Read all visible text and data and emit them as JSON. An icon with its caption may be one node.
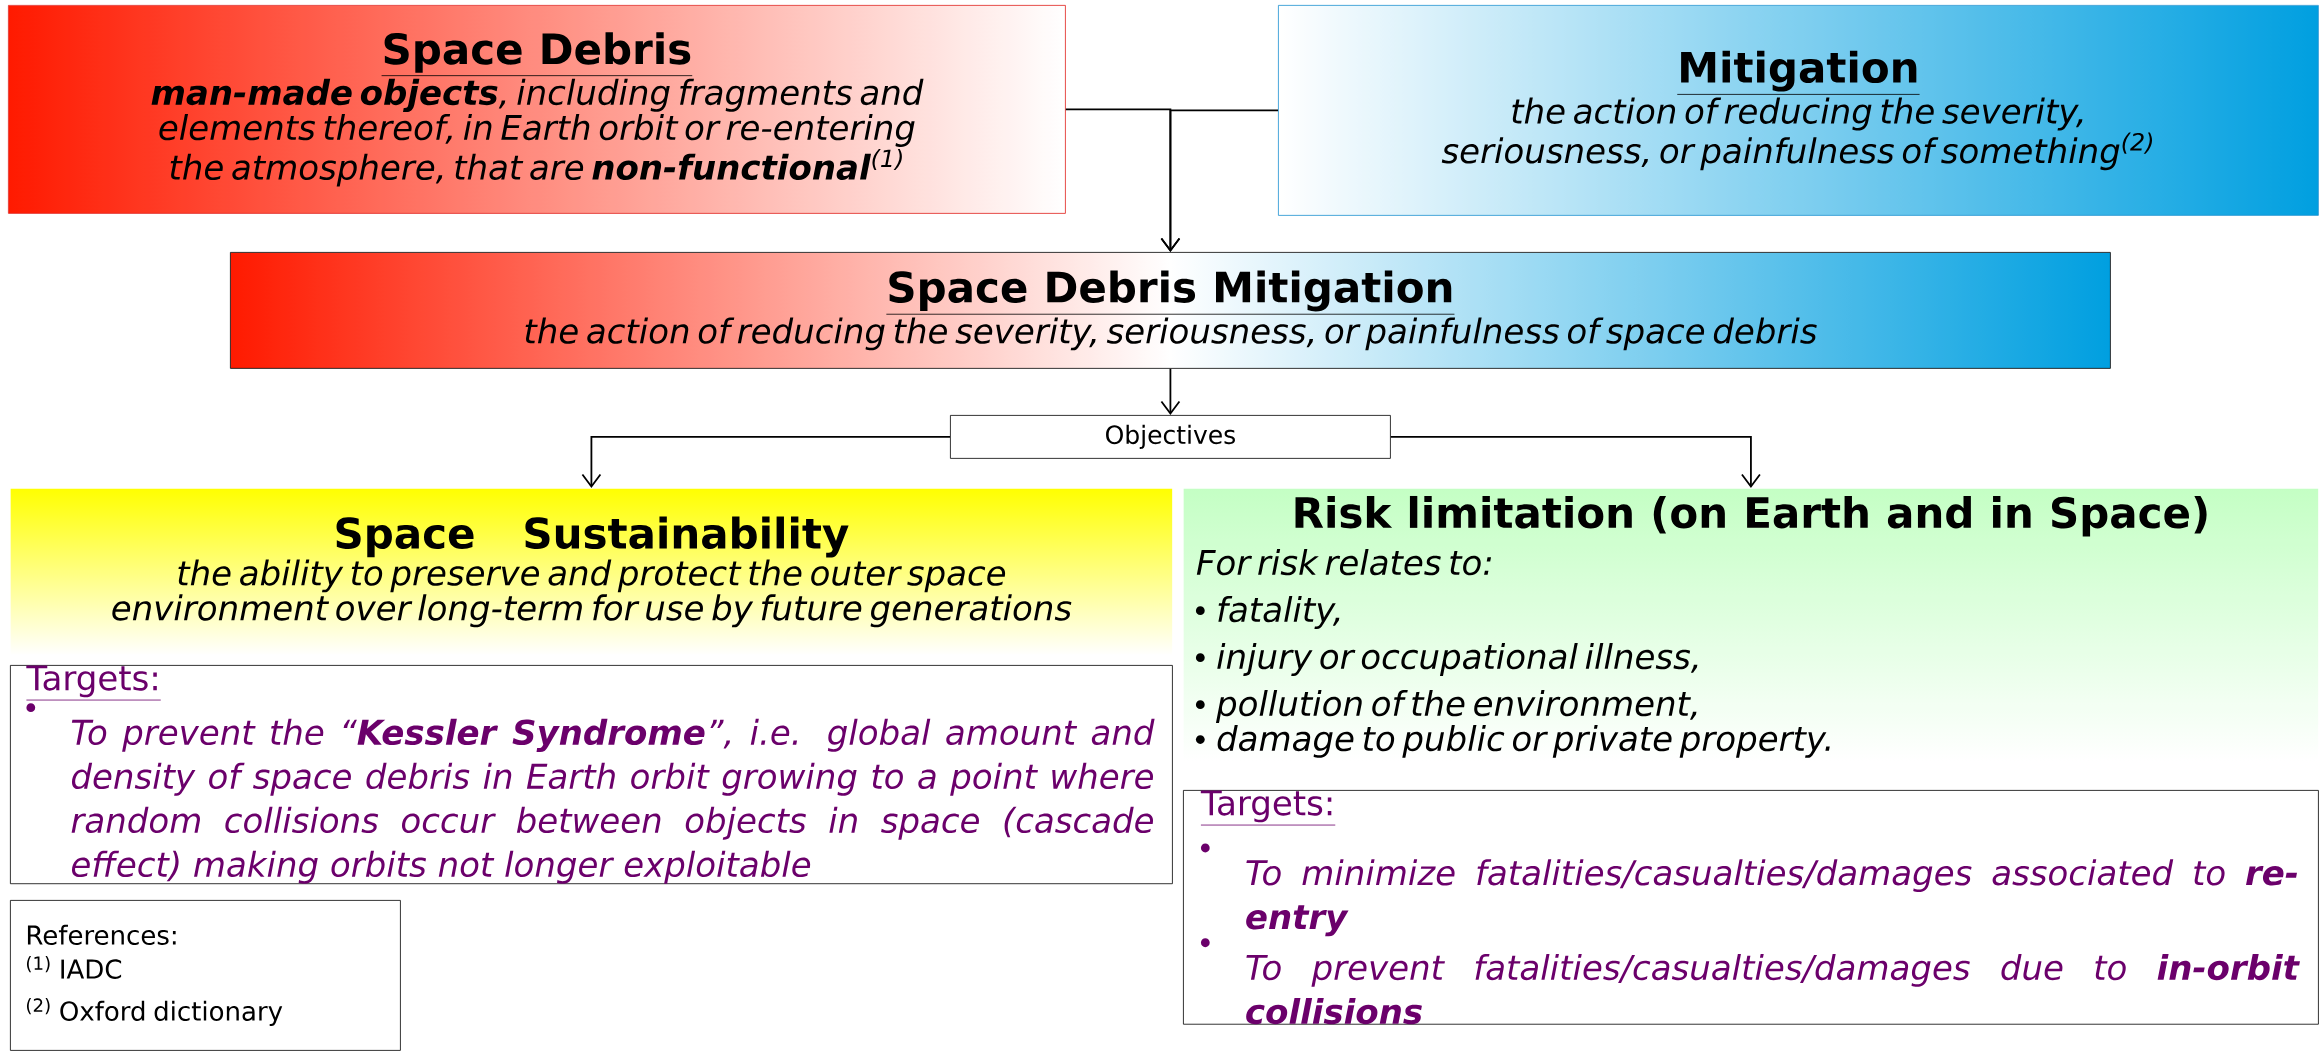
{
  "diagram": {
    "nodes": [
      {
        "text": [
          "Space Debris",
          "**man-made objects**, including fragments and elements thereof, in Earth orbit or re-entering the atmosphere, that are **non-functional**$^{(1)}$"
        ]
      },
      {
        "text": [
          "Mitigation",
          "the action of reducing the severity, seriousness, or painfulness of something$^{(2)}$"
        ]
      },
      {
        "text": [
          "Space Debris Mitigation",
          "the action of reducing the severity, seriousness, or painfulness of space debris"
        ]
      },
      {
        "text": [
          "Objectives"
        ]
      },
      {
        "text": [
          "Space Sustainability",
          "the ability to preserve and protect the outer space environment over long-term for use by future generations"
        ]
      },
      {
        "text": [
          "Targets:",
          "To prevent the “**Kessler Syndrome**”, i.e. global amount and density of space debris in Earth orbit growing to a point where random collisions occur between objects in space (cascade effect) making orbits not longer exploitable"
        ]
      },
      {
        "text": [
          "Risk limitation (on Earth and in Space)",
          "For risk relates to:",
          "fatality,",
          "injury or occupational illness,",
          "pollution of the environment,",
          "damage to public or private property."
        ]
      },
      {
        "text": [
          "Targets:",
          "To minimize fatalities/casualties/damages associated to **re-entry**",
          "To prevent fatalities/casualties/damages due to **in-orbit collisions**"
        ]
      },
      {
        "text": [
          "References:",
          "$^{(1)}$ IADC",
          "$^{(2)}$ Oxford dictionary"
        ]
      }
    ],
    "edges": [
      {
        "from": 0,
        "to": 2,
        "arrow": "to"
      },
      {
        "from": 1,
        "to": 2,
        "arrow": "to"
      },
      {
        "from": 2,
        "to": 3,
        "arrow": "to"
      },
      {
        "from": 3,
        "to": 4,
        "arrow": "to"
      },
      {
        "from": 3,
        "to": 6,
        "arrow": "to"
      }
    ]
  }
}
